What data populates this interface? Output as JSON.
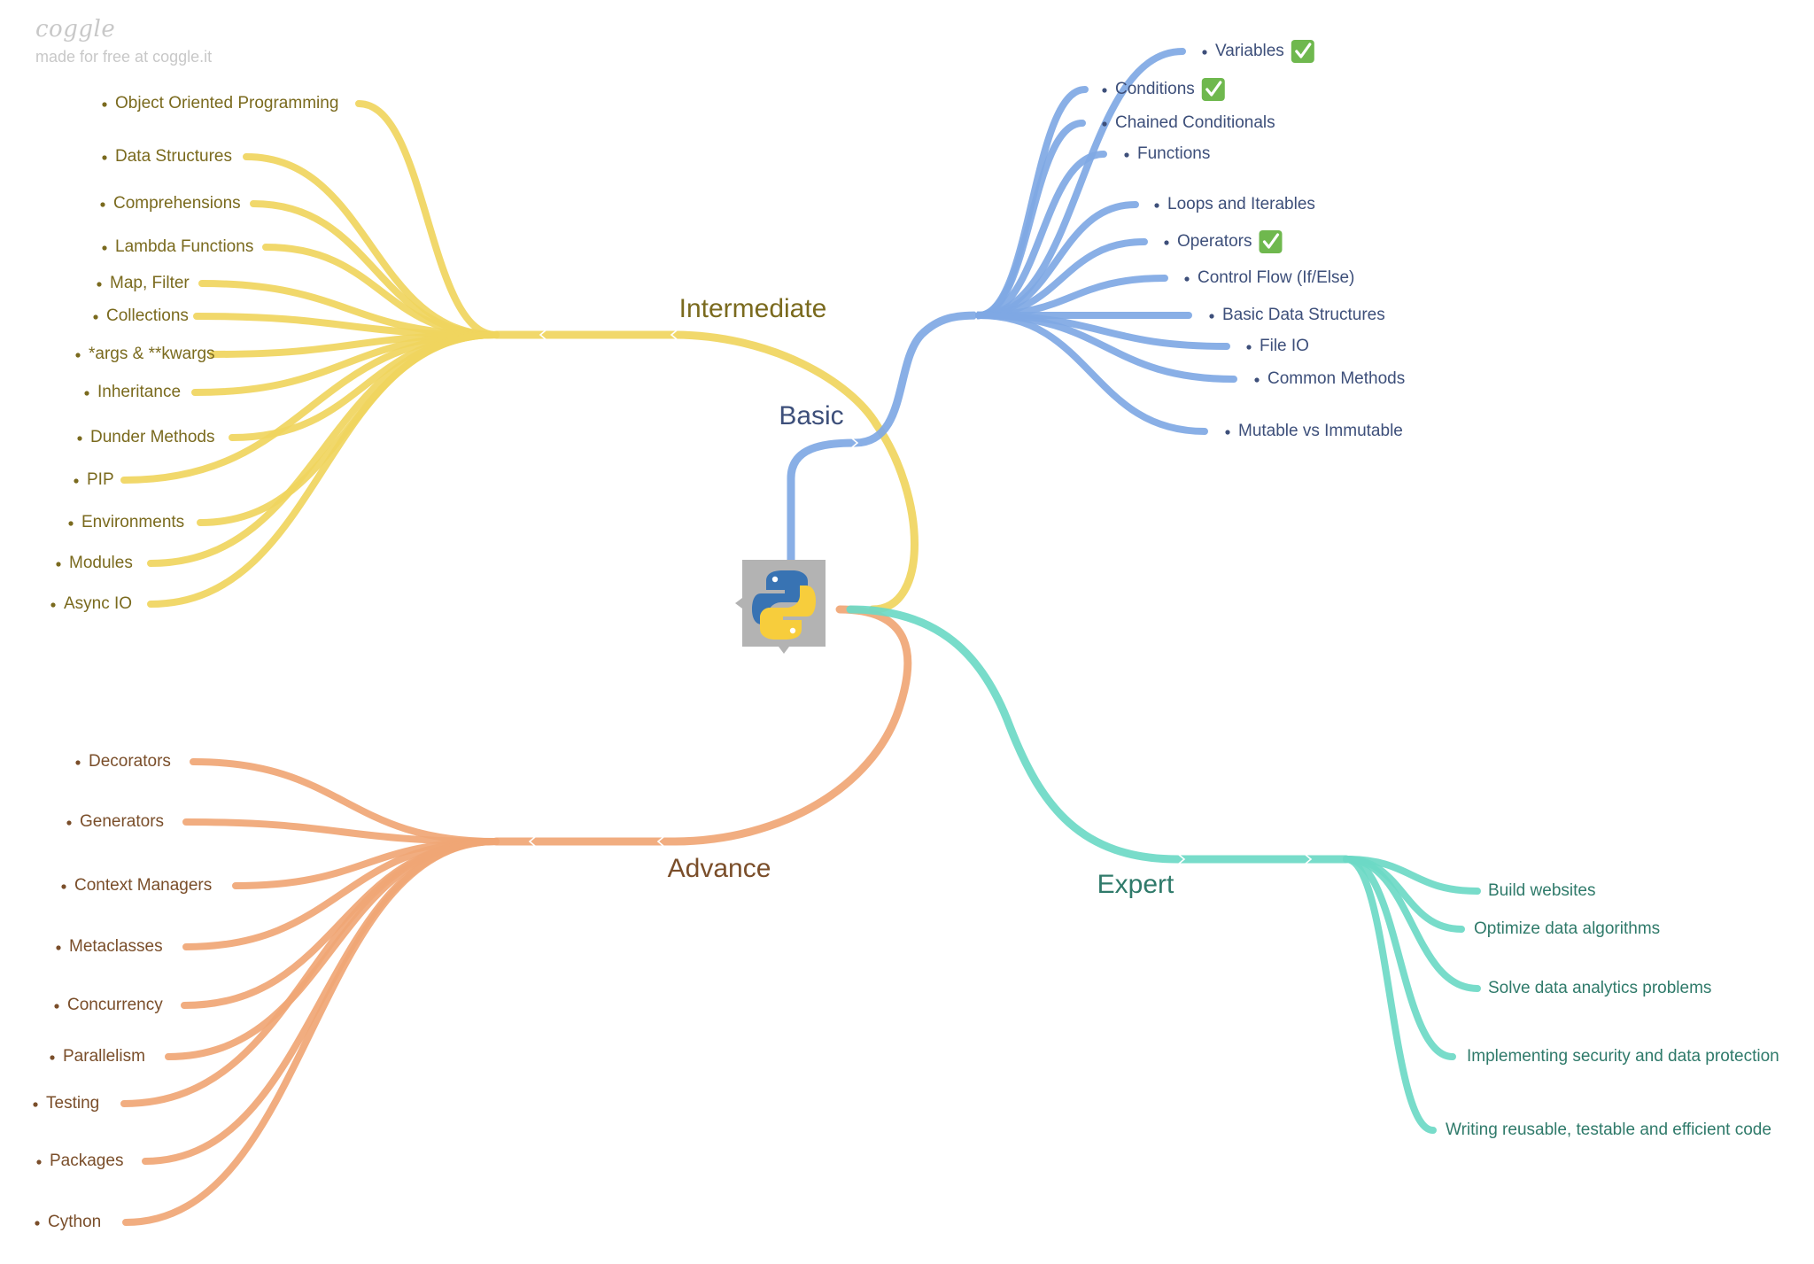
{
  "brand": {
    "logo": "coggle",
    "tagline": "made for free at coggle.it"
  },
  "colors": {
    "intermediate": "#f0d55e",
    "basic": "#7fa8e4",
    "advance": "#f0a675",
    "expert": "#6dd9c6",
    "intermediate_text": "#7a6a1e",
    "basic_text": "#3d4f7a",
    "advance_text": "#7a4e2a",
    "expert_text": "#2f7a6a",
    "check": "#6fb84e"
  },
  "root": {
    "icon": "python-logo-icon"
  },
  "branches": [
    {
      "id": "intermediate",
      "label": "Intermediate",
      "items": [
        {
          "label": "Object Oriented Programming"
        },
        {
          "label": "Data Structures"
        },
        {
          "label": "Comprehensions"
        },
        {
          "label": "Lambda Functions"
        },
        {
          "label": "Map, Filter"
        },
        {
          "label": "Collections"
        },
        {
          "label": "*args & **kwargs"
        },
        {
          "label": "Inheritance"
        },
        {
          "label": "Dunder Methods"
        },
        {
          "label": "PIP"
        },
        {
          "label": "Environments"
        },
        {
          "label": "Modules"
        },
        {
          "label": "Async IO"
        }
      ]
    },
    {
      "id": "basic",
      "label": "Basic",
      "items": [
        {
          "label": "Variables",
          "checked": true
        },
        {
          "label": "Conditions",
          "checked": true
        },
        {
          "label": "Chained Conditionals"
        },
        {
          "label": "Functions"
        },
        {
          "label": "Loops and Iterables"
        },
        {
          "label": "Operators",
          "checked": true
        },
        {
          "label": "Control Flow (If/Else)"
        },
        {
          "label": "Basic Data Structures"
        },
        {
          "label": "File IO"
        },
        {
          "label": "Common Methods"
        },
        {
          "label": "Mutable vs Immutable"
        }
      ]
    },
    {
      "id": "advance",
      "label": "Advance",
      "items": [
        {
          "label": "Decorators"
        },
        {
          "label": "Generators"
        },
        {
          "label": "Context Managers"
        },
        {
          "label": "Metaclasses"
        },
        {
          "label": "Concurrency"
        },
        {
          "label": "Parallelism"
        },
        {
          "label": "Testing"
        },
        {
          "label": "Packages"
        },
        {
          "label": "Cython"
        }
      ]
    },
    {
      "id": "expert",
      "label": "Expert",
      "items": [
        {
          "label": "Build websites"
        },
        {
          "label": "Optimize data algorithms"
        },
        {
          "label": "Solve data analytics problems"
        },
        {
          "label": "Implementing security and data protection"
        },
        {
          "label": "Writing reusable, testable and efficient code"
        }
      ]
    }
  ]
}
